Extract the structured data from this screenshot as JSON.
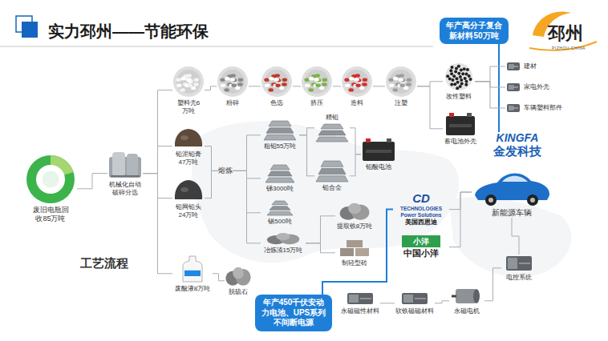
{
  "diagram": {
    "title": "实力邳州——节能环保",
    "nodes": [
      {
        "text": [
          "年产高分子复合新材料50万吨"
        ]
      },
      {
        "text": [
          "废旧电瓶回收85万吨"
        ]
      },
      {
        "text": [
          "机械化自动破碎分选"
        ]
      },
      {
        "text": [
          "塑料壳6万吨"
        ]
      },
      {
        "text": [
          "粉碎"
        ]
      },
      {
        "text": [
          "色选"
        ]
      },
      {
        "text": [
          "挤压"
        ]
      },
      {
        "text": [
          "造料"
        ]
      },
      {
        "text": [
          "注塑"
        ]
      },
      {
        "text": [
          "改性塑料"
        ]
      },
      {
        "text": [
          "蓄电池外壳"
        ]
      },
      {
        "text": [
          "建材"
        ]
      },
      {
        "text": [
          "家电外壳"
        ]
      },
      {
        "text": [
          "车辆塑料部件"
        ]
      },
      {
        "text": [
          "KINGFA",
          "金发科技"
        ]
      },
      {
        "text": [
          "铅泥铅膏47万吨"
        ]
      },
      {
        "text": [
          "铅网铅头24万吨"
        ]
      },
      {
        "text": [
          "熔炼"
        ]
      },
      {
        "text": [
          "粗铅55万吨"
        ]
      },
      {
        "text": [
          "精铅"
        ]
      },
      {
        "text": [
          "铅合金"
        ]
      },
      {
        "text": [
          "铅酸电池"
        ]
      },
      {
        "text": [
          "锑3000吨"
        ]
      },
      {
        "text": [
          "锡500吨"
        ]
      },
      {
        "text": [
          "冶炼渣15万吨"
        ]
      },
      {
        "text": [
          "提取铁8万吨"
        ]
      },
      {
        "text": [
          "制轻型砖"
        ]
      },
      {
        "text": [
          "CD",
          "TECHNOLOGIES Power Solutions",
          "美国西恩迪"
        ]
      },
      {
        "text": [
          "小洋",
          "中国小洋"
        ]
      },
      {
        "text": [
          "新能源车辆"
        ]
      },
      {
        "text": [
          "废酸液8万吨"
        ]
      },
      {
        "text": [
          "脱硫石"
        ]
      },
      {
        "text": [
          "永磁磁性材料"
        ]
      },
      {
        "text": [
          "软铁磁磁材料"
        ]
      },
      {
        "text": [
          "永磁电机"
        ]
      },
      {
        "text": [
          "电控系统"
        ]
      },
      {
        "text": [
          "年产450千伏安动力电池、UPS系列不间断电源"
        ]
      }
    ],
    "edges": [
      {
        "from": 0,
        "to": 14,
        "arrow": "none"
      },
      {
        "from": 1,
        "to": 2,
        "arrow": "none"
      },
      {
        "from": 2,
        "to": 3,
        "arrow": "none"
      },
      {
        "from": 2,
        "to": 15,
        "arrow": "none"
      },
      {
        "from": 2,
        "to": 16,
        "arrow": "none"
      },
      {
        "from": 2,
        "to": 30,
        "arrow": "none"
      },
      {
        "from": 3,
        "to": 4,
        "arrow": "none"
      },
      {
        "from": 4,
        "to": 5,
        "arrow": "none"
      },
      {
        "from": 5,
        "to": 6,
        "arrow": "none"
      },
      {
        "from": 6,
        "to": 7,
        "arrow": "none"
      },
      {
        "from": 7,
        "to": 8,
        "arrow": "none"
      },
      {
        "from": 8,
        "to": 9,
        "arrow": "none"
      },
      {
        "from": 8,
        "to": 10,
        "arrow": "none"
      },
      {
        "from": 9,
        "to": 11,
        "arrow": "none"
      },
      {
        "from": 9,
        "to": 12,
        "arrow": "none"
      },
      {
        "from": 9,
        "to": 13,
        "arrow": "none"
      },
      {
        "from": 15,
        "to": 17,
        "arrow": "none"
      },
      {
        "from": 16,
        "to": 17,
        "arrow": "none"
      },
      {
        "from": 17,
        "to": 18,
        "arrow": "none"
      },
      {
        "from": 17,
        "to": 22,
        "arrow": "none"
      },
      {
        "from": 17,
        "to": 23,
        "arrow": "none"
      },
      {
        "from": 17,
        "to": 24,
        "arrow": "none"
      },
      {
        "from": 18,
        "to": 19,
        "arrow": "none"
      },
      {
        "from": 18,
        "to": 20,
        "arrow": "none"
      },
      {
        "from": 19,
        "to": 21,
        "arrow": "none"
      },
      {
        "from": 20,
        "to": 21,
        "arrow": "none"
      },
      {
        "from": 24,
        "to": 25,
        "arrow": "none"
      },
      {
        "from": 24,
        "to": 26,
        "arrow": "none"
      },
      {
        "from": 30,
        "to": 31,
        "arrow": "none"
      },
      {
        "from": 27,
        "to": 29,
        "arrow": "none"
      },
      {
        "from": 28,
        "to": 29,
        "arrow": "none"
      },
      {
        "from": 35,
        "to": 29,
        "arrow": "none"
      },
      {
        "from": 32,
        "to": 33,
        "arrow": "none"
      },
      {
        "from": 33,
        "to": 34,
        "arrow": "none"
      },
      {
        "from": 34,
        "to": 35,
        "arrow": "none"
      },
      {
        "from": 36,
        "to": 27,
        "arrow": "none"
      }
    ],
    "labels": [
      "工艺流程",
      "邳州",
      "PIZHOU CHINA"
    ]
  }
}
